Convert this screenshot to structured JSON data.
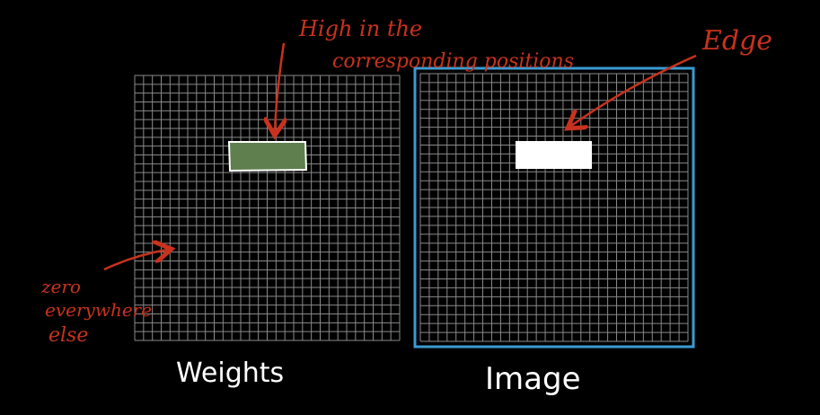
{
  "colors": {
    "background": "#000000",
    "grid": "#8a8a8a",
    "annotation": "#c8321e",
    "image_frame": "#3a9bd0",
    "weights_patch": "#5f7f4e",
    "image_patch": "#ffffff"
  },
  "grid_cells": 30,
  "weights": {
    "label": "Weights"
  },
  "image": {
    "label": "Image"
  },
  "annotations": {
    "high_line1": "High in the",
    "high_line2": "corresponding positions",
    "edge": "Edge",
    "zero_line1": "zero",
    "zero_line2": "everywhere",
    "zero_line3": "else"
  }
}
